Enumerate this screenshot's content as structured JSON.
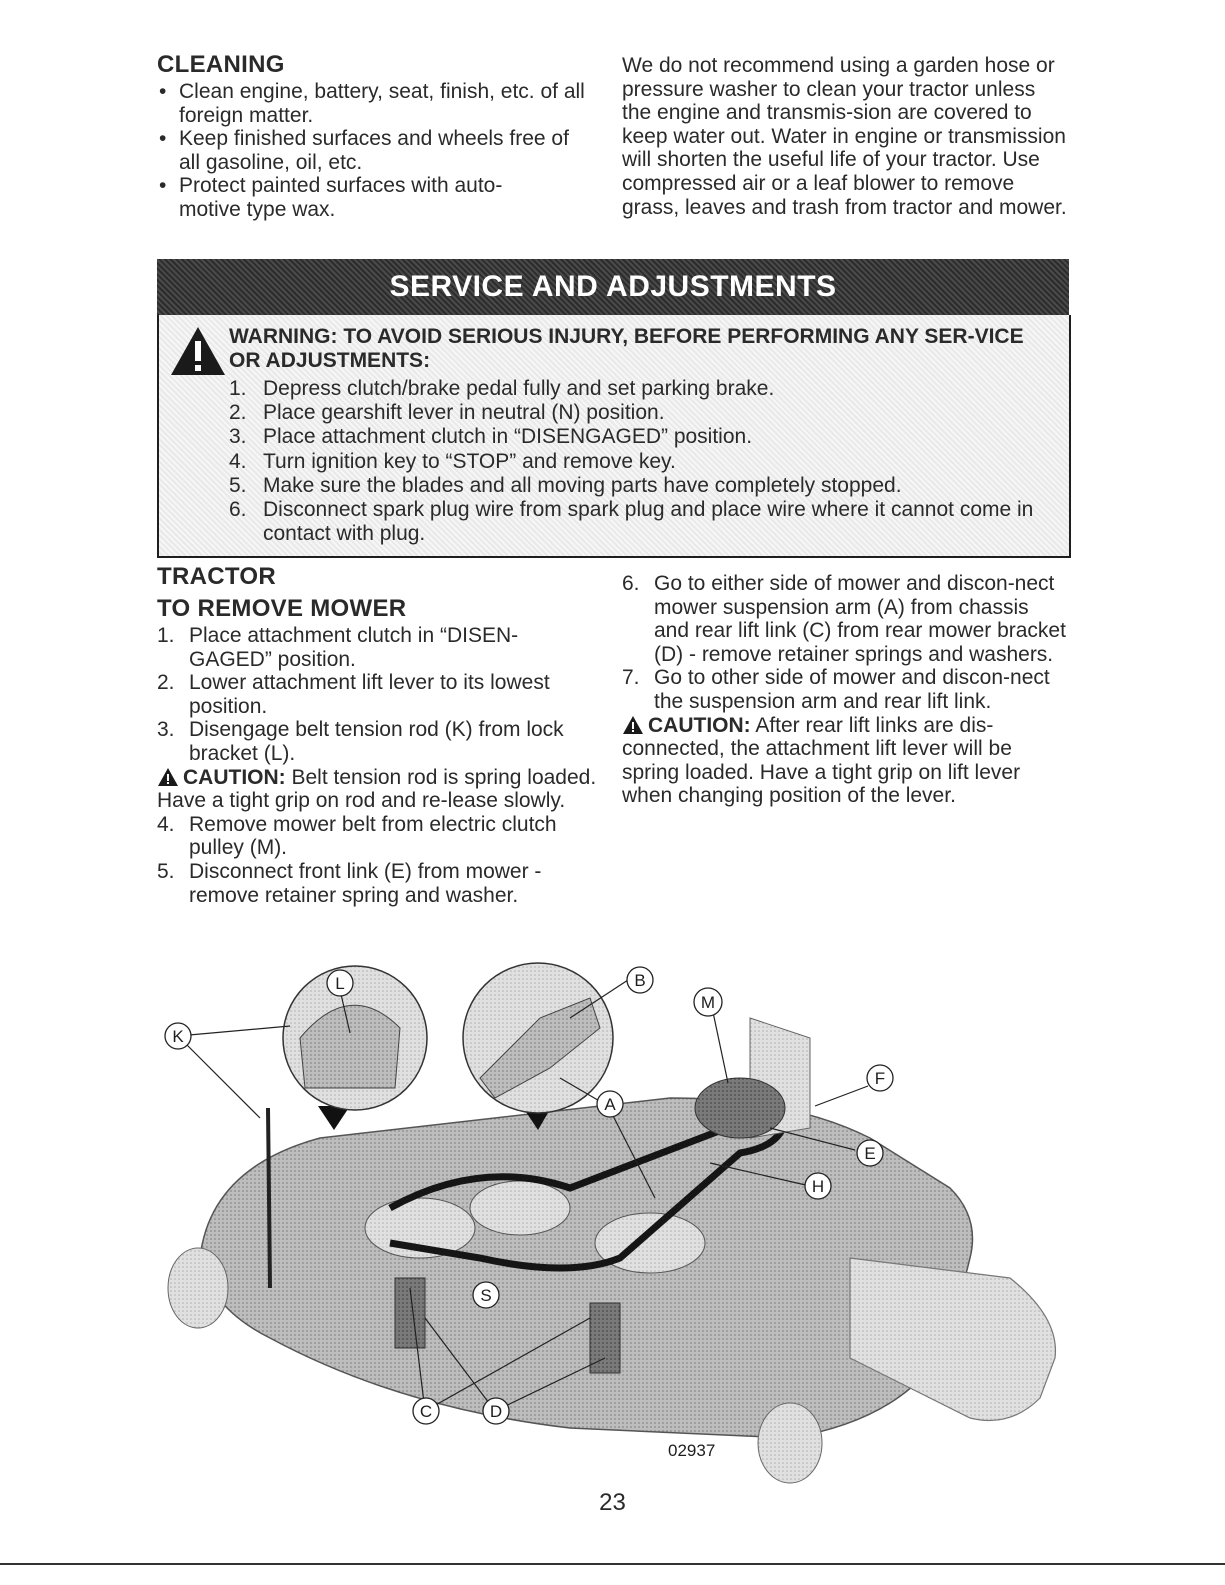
{
  "cleaning": {
    "heading": "CLEANING",
    "bullets": [
      "Clean engine, battery, seat, finish, etc. of all foreign matter.",
      "Keep finished surfaces and wheels free of all gasoline, oil, etc.",
      "Protect painted surfaces with auto-motive type wax."
    ],
    "paragraph": "We do not recommend using a garden hose or pressure washer to clean your tractor unless the engine and transmis-sion are covered to keep water out. Water in engine or transmission will shorten the useful life of your tractor. Use compressed air or a leaf blower to remove grass, leaves and trash from tractor and mower."
  },
  "banner": {
    "title": "SERVICE AND ADJUSTMENTS"
  },
  "warning": {
    "title": "WARNING: TO AVOID SERIOUS INJURY, BEFORE PERFORMING ANY SER-VICE OR ADJUSTMENTS:",
    "steps": [
      {
        "n": "1.",
        "text": "Depress clutch/brake pedal fully and set parking brake."
      },
      {
        "n": "2.",
        "text": "Place gearshift lever in neutral (N) position."
      },
      {
        "n": "3.",
        "text": "Place attachment clutch  in “DISENGAGED” position."
      },
      {
        "n": "4.",
        "text": "Turn ignition key to “STOP” and remove key."
      },
      {
        "n": "5.",
        "text": "Make sure the blades and all moving parts have completely stopped."
      },
      {
        "n": "6.",
        "text": "Disconnect spark plug wire from spark plug and place wire where it cannot come in contact with plug."
      }
    ]
  },
  "tractor": {
    "heading": "TRACTOR",
    "subheading": "TO REMOVE MOWER",
    "steps": [
      {
        "n": "1.",
        "text": "Place attachment clutch in “DISEN-GAGED” position."
      },
      {
        "n": "2.",
        "text": "Lower attachment lift lever to its lowest position."
      },
      {
        "n": "3.",
        "text": "Disengage belt tension rod (K) from lock bracket (L)."
      }
    ],
    "caution1": {
      "label": "CAUTION:",
      "text": " Belt tension rod is spring loaded. Have a tight grip on rod and re-lease slowly."
    },
    "steps2": [
      {
        "n": "4.",
        "text": "Remove mower belt from electric clutch pulley (M)."
      },
      {
        "n": "5.",
        "text": "Disconnect front link (E) from mower - remove retainer spring and washer."
      }
    ],
    "steps3": [
      {
        "n": "6.",
        "text": "Go to either side of mower and discon-nect mower suspension arm (A) from chassis and rear lift link (C) from rear mower bracket (D) - remove retainer springs and washers."
      },
      {
        "n": "7.",
        "text": "Go to other side of mower and discon-nect the suspension arm and rear lift link."
      }
    ],
    "caution2": {
      "label": "CAUTION:",
      "text": " After rear lift links are dis-connected, the attachment lift lever will be spring loaded. Have a tight grip on lift lever when changing position of the lever."
    }
  },
  "diagram": {
    "callouts": [
      "L",
      "K",
      "B",
      "M",
      "A",
      "F",
      "E",
      "H",
      "S",
      "C",
      "D"
    ],
    "figure_number": "02937"
  },
  "page": {
    "number": "23"
  }
}
